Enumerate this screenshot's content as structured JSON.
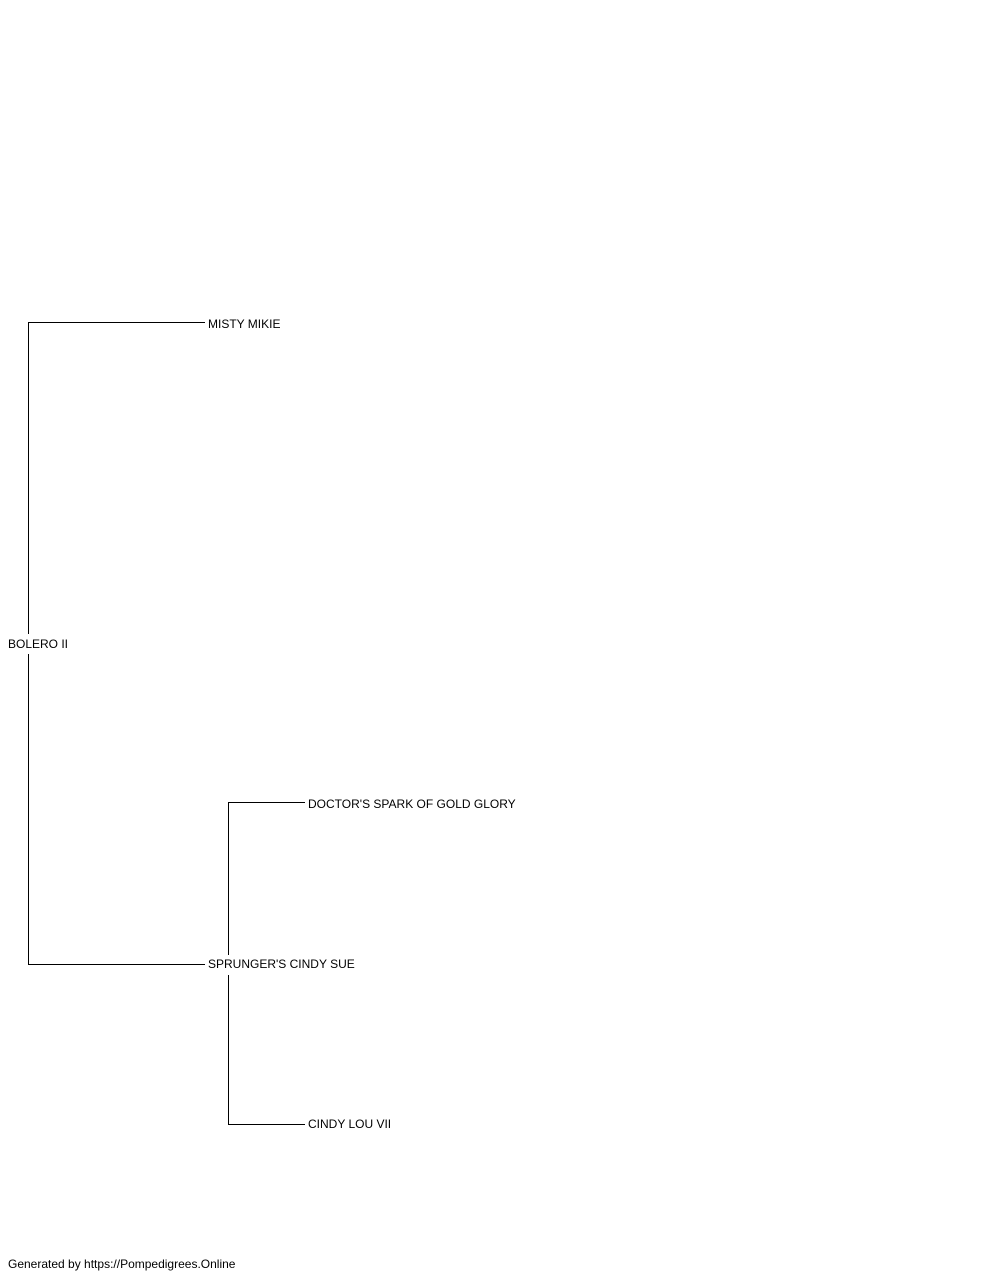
{
  "pedigree": {
    "subject": {
      "name": "BOLERO II"
    },
    "sire": {
      "name": "MISTY MIKIE"
    },
    "dam": {
      "name": "SPRUNGER'S CINDY SUE"
    },
    "dam_sire": {
      "name": "DOCTOR'S SPARK OF GOLD GLORY"
    },
    "dam_dam": {
      "name": "CINDY LOU VII"
    }
  },
  "footer": {
    "text": "Generated by https://Pompedigrees.Online"
  },
  "colors": {
    "line": "#000000",
    "text": "#000000",
    "background": "#ffffff"
  }
}
